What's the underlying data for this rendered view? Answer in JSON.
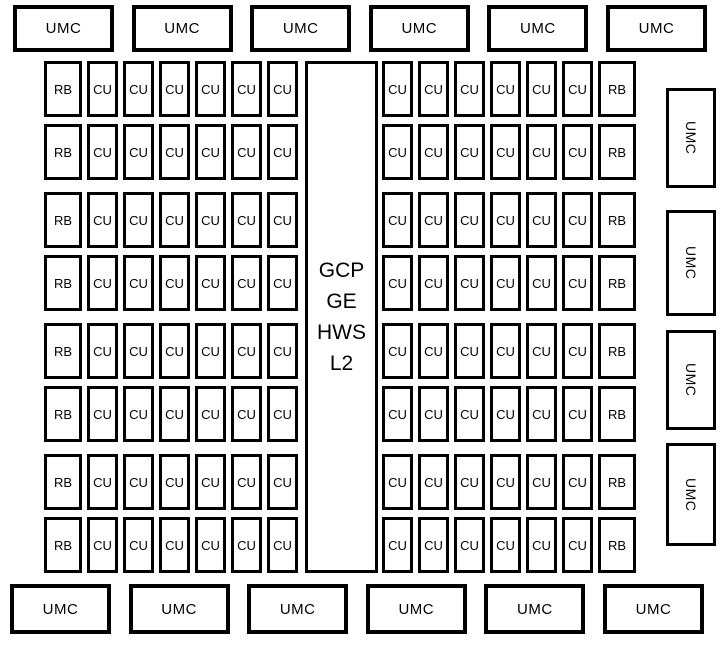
{
  "diagram": {
    "kind": "gpu-die-floorplan",
    "labels": {
      "cu": "CU",
      "rb": "RB",
      "umc": "UMC"
    },
    "top_umc": [
      "UMC",
      "UMC",
      "UMC",
      "UMC",
      "UMC",
      "UMC"
    ],
    "bottom_umc": [
      "UMC",
      "UMC",
      "UMC",
      "UMC",
      "UMC",
      "UMC"
    ],
    "right_umc": [
      "UMC",
      "UMC",
      "UMC",
      "UMC"
    ],
    "center_block": {
      "lines": [
        "GCP",
        "GE",
        "HWS",
        "L2"
      ]
    },
    "left_array": {
      "rows": 8,
      "pattern": [
        "RB",
        "CU",
        "CU",
        "CU",
        "CU",
        "CU",
        "CU"
      ]
    },
    "right_array": {
      "rows": 8,
      "pattern": [
        "CU",
        "CU",
        "CU",
        "CU",
        "CU",
        "CU",
        "RB"
      ]
    },
    "colors": {
      "border": "#000000",
      "fill": "#ffffff",
      "background": "#ffffff",
      "text": "#000000"
    }
  }
}
